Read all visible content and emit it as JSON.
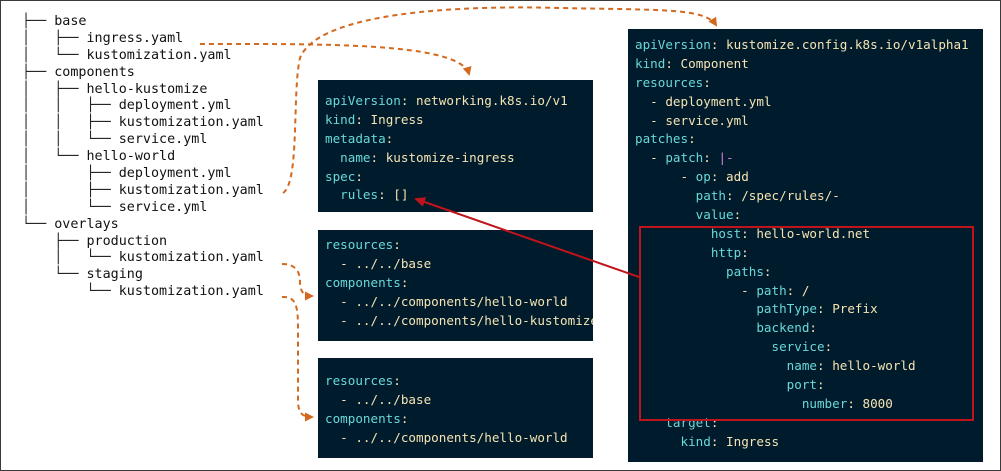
{
  "tree": [
    {
      "prefix": "├── ",
      "name": "base"
    },
    {
      "prefix": "│   ├── ",
      "name": "ingress.yaml"
    },
    {
      "prefix": "│   └── ",
      "name": "kustomization.yaml"
    },
    {
      "prefix": "├── ",
      "name": "components"
    },
    {
      "prefix": "│   ├── ",
      "name": "hello-kustomize"
    },
    {
      "prefix": "│   │   ├── ",
      "name": "deployment.yml"
    },
    {
      "prefix": "│   │   ├── ",
      "name": "kustomization.yaml"
    },
    {
      "prefix": "│   │   └── ",
      "name": "service.yml"
    },
    {
      "prefix": "│   └── ",
      "name": "hello-world"
    },
    {
      "prefix": "│       ├── ",
      "name": "deployment.yml"
    },
    {
      "prefix": "│       ├── ",
      "name": "kustomization.yaml"
    },
    {
      "prefix": "│       └── ",
      "name": "service.yml"
    },
    {
      "prefix": "└── ",
      "name": "overlays"
    },
    {
      "prefix": "    ├── ",
      "name": "production"
    },
    {
      "prefix": "    │   └── ",
      "name": "kustomization.yaml"
    },
    {
      "prefix": "    └── ",
      "name": "staging"
    },
    {
      "prefix": "        └── ",
      "name": "kustomization.yaml"
    }
  ],
  "ingress_panel": [
    {
      "indent": "",
      "key": "apiVersion",
      "value": "networking.k8s.io/v1"
    },
    {
      "indent": "",
      "key": "kind",
      "value": "Ingress"
    },
    {
      "indent": "",
      "key": "metadata",
      "value": ""
    },
    {
      "indent": "  ",
      "key": "name",
      "value": "kustomize-ingress"
    },
    {
      "indent": "",
      "key": "spec",
      "value": ""
    },
    {
      "indent": "  ",
      "key": "rules",
      "value": "[]"
    }
  ],
  "production_panel": [
    {
      "indent": "",
      "key": "resources",
      "value": ""
    },
    {
      "indent": "  ",
      "dash": "- ",
      "value": "../../base"
    },
    {
      "indent": "",
      "key": "components",
      "value": ""
    },
    {
      "indent": "  ",
      "dash": "- ",
      "value": "../../components/hello-world"
    },
    {
      "indent": "  ",
      "dash": "- ",
      "value": "../../components/hello-kustomize"
    }
  ],
  "staging_panel": [
    {
      "indent": "",
      "key": "resources",
      "value": ""
    },
    {
      "indent": "  ",
      "dash": "- ",
      "value": "../../base"
    },
    {
      "indent": "",
      "key": "components",
      "value": ""
    },
    {
      "indent": "  ",
      "dash": "- ",
      "value": "../../components/hello-world"
    }
  ],
  "component_panel": [
    {
      "indent": "",
      "key": "apiVersion",
      "value": "kustomize.config.k8s.io/v1alpha1"
    },
    {
      "indent": "",
      "key": "kind",
      "value": "Component"
    },
    {
      "indent": "",
      "key": "resources",
      "value": ""
    },
    {
      "indent": "  ",
      "dash": "- ",
      "value": "deployment.yml"
    },
    {
      "indent": "  ",
      "dash": "- ",
      "value": "service.yml"
    },
    {
      "indent": "",
      "key": "patches",
      "value": ""
    },
    {
      "indent": "  ",
      "dash": "- ",
      "key": "patch",
      "value": "|-",
      "pipe": true
    },
    {
      "indent": "      ",
      "dash": "- ",
      "key": "op",
      "value": "add"
    },
    {
      "indent": "        ",
      "key": "path",
      "value": "/spec/rules/-"
    },
    {
      "indent": "        ",
      "key": "value",
      "value": ""
    },
    {
      "indent": "          ",
      "key": "host",
      "value": "hello-world.net"
    },
    {
      "indent": "          ",
      "key": "http",
      "value": ""
    },
    {
      "indent": "            ",
      "key": "paths",
      "value": ""
    },
    {
      "indent": "              ",
      "dash": "- ",
      "key": "path",
      "value": "/"
    },
    {
      "indent": "                ",
      "key": "pathType",
      "value": "Prefix"
    },
    {
      "indent": "                ",
      "key": "backend",
      "value": ""
    },
    {
      "indent": "                  ",
      "key": "service",
      "value": ""
    },
    {
      "indent": "                    ",
      "key": "name",
      "value": "hello-world"
    },
    {
      "indent": "                    ",
      "key": "port",
      "value": ""
    },
    {
      "indent": "                      ",
      "key": "number",
      "value": "8000"
    },
    {
      "indent": "    ",
      "key": "target",
      "value": ""
    },
    {
      "indent": "      ",
      "key": "kind",
      "value": "Ingress"
    }
  ],
  "colors": {
    "panel_bg": "#001b2b",
    "yaml_key": "#68d9d9",
    "yaml_value": "#f5e4b4",
    "block_indicator": "#d67fd9",
    "dashed_arrow": "#d2691e",
    "highlight_and_solid_arrow": "#c0141c"
  }
}
